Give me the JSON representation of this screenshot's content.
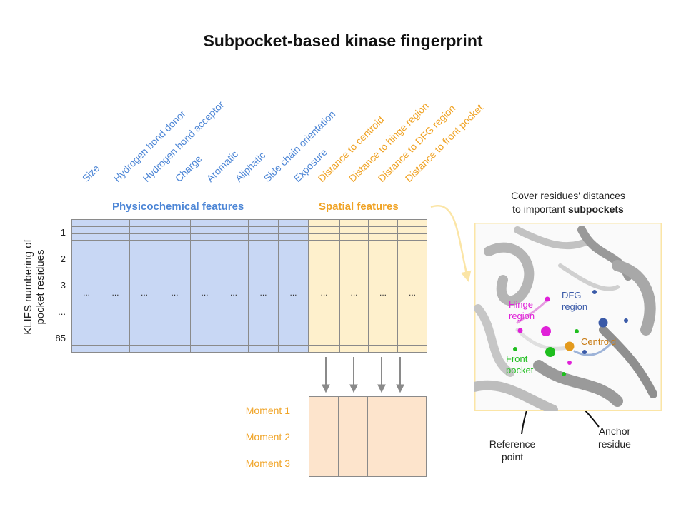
{
  "title": "Subpocket-based kinase fingerprint",
  "physicochemical": {
    "label": "Physicochemical features",
    "features": [
      "Size",
      "Hydrogen bond donor",
      "Hydrogen bond acceptor",
      "Charge",
      "Aromatic",
      "Aliphatic",
      "Side chain orientation",
      "Exposure"
    ]
  },
  "spatial": {
    "label": "Spatial features",
    "features": [
      "Distance to centroid",
      "Distance to hinge region",
      "Distance to DFG region",
      "Distance to front pocket"
    ]
  },
  "y_axis_label": [
    "KLIFS numbering of",
    "pocket residues"
  ],
  "row_labels": [
    "1",
    "2",
    "3",
    "...",
    "85"
  ],
  "ellipsis": "...",
  "moments": [
    "Moment 1",
    "Moment 2",
    "Moment 3"
  ],
  "panel": {
    "caption_line1": "Cover residues' distances",
    "caption_line2_prefix": "to important ",
    "caption_line2_bold": "subpockets",
    "labels": {
      "hinge": [
        "Hinge",
        "region"
      ],
      "dfg": [
        "DFG",
        "region"
      ],
      "centroid": "Centroid",
      "front": [
        "Front",
        "pocket"
      ]
    }
  },
  "annotations": {
    "reference_point": [
      "Reference",
      "point"
    ],
    "anchor_residue": [
      "Anchor",
      "residue"
    ]
  },
  "colors": {
    "physchem_fill": "#c8d7f4",
    "spatial_fill": "#fef0cc",
    "moment_fill": "#fde4cc",
    "blue_text": "#4d86d6",
    "orange_text": "#f0a325",
    "hinge": "#e021d8",
    "dfg": "#3a5aa8",
    "centroid": "#e39a1e",
    "front": "#1fbe1f"
  }
}
